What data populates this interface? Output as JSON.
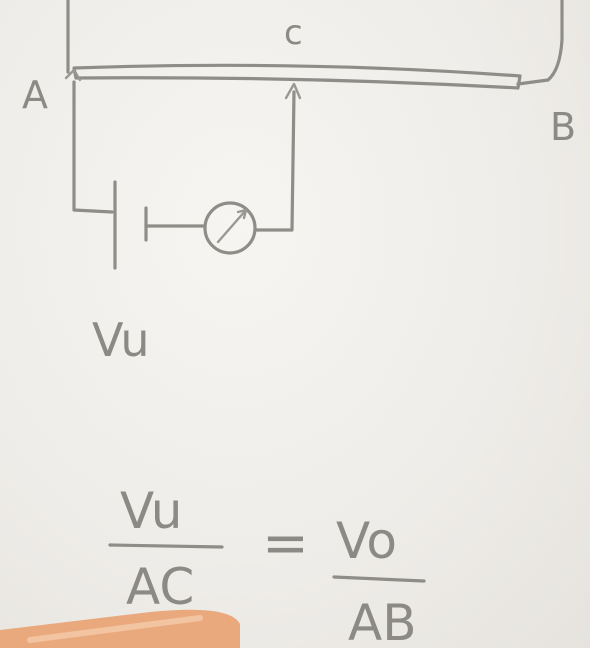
{
  "labels": {
    "node_a": "A",
    "node_b": "B",
    "node_c": "c",
    "voltage_unknown": "Vu"
  },
  "equation": {
    "left_numerator": "Vu",
    "left_denominator": "AC",
    "equals": "=",
    "right_numerator": "Vo",
    "right_denominator": "AB"
  },
  "colors": {
    "ink": "#8f8d88",
    "board": "#f1efeb",
    "marker": "#e9a97d"
  }
}
